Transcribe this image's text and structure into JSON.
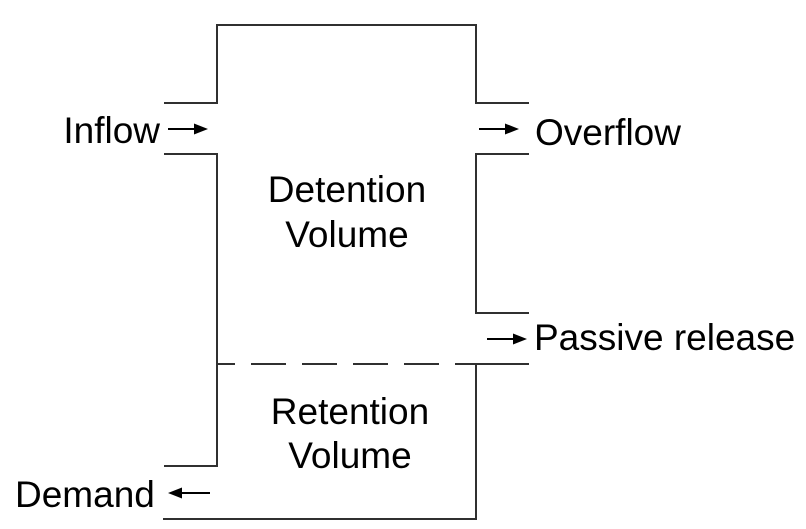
{
  "diagram": {
    "labels": {
      "inflow": "Inflow",
      "overflow": "Overflow",
      "passive_release": "Passive release",
      "demand": "Demand",
      "detention_volume": {
        "line1": "Detention",
        "line2": "Volume"
      },
      "retention_volume": {
        "line1": "Retention",
        "line2": "Volume"
      }
    },
    "colors": {
      "line": "#303030",
      "arrow": "#000000",
      "text": "#000000",
      "background": "#ffffff"
    }
  }
}
